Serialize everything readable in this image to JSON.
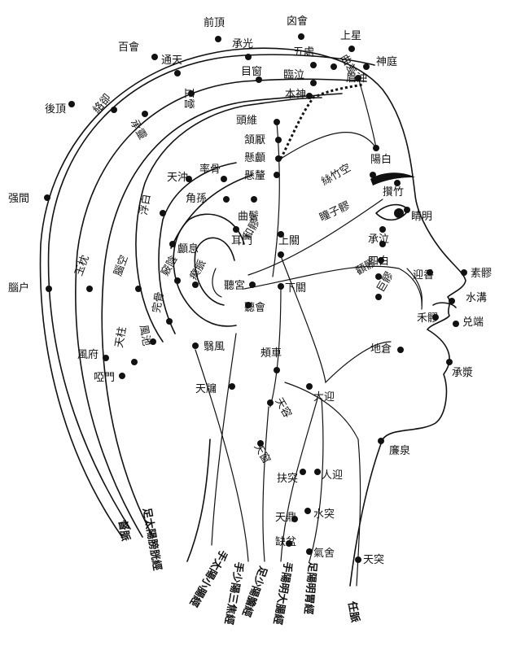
{
  "points": {
    "baihui": "百會",
    "qianding": "前頂",
    "xinhui": "囟會",
    "shangxing": "上星",
    "shenting": "神庭",
    "chengguang": "承光",
    "wuchu": "五處",
    "qucha": "曲差",
    "meichong": "眉沖",
    "tongtian": "通天",
    "muchuang": "目窗",
    "linqi": "臨泣",
    "zhengying": "正營",
    "benshen": "本神",
    "houding": "後頂",
    "luoque": "絡卻",
    "chengling": "承靈",
    "touwei": "頭維",
    "hanyan": "頷厭",
    "xuanlu": "懸顱",
    "xuanli": "懸釐",
    "yangbai": "陽白",
    "sizhukong": "絲竹空",
    "cuanzhu": "攢竹",
    "jingming": "睛明",
    "tianchong": "天沖",
    "shuaigu": "率骨",
    "jiaosun": "角孫",
    "fubai": "浮白",
    "qubin": "曲鬢",
    "heliao": "和髎",
    "tongziliao": "瞳子髎",
    "qiangjian": "强間",
    "luxi": "顱息",
    "ermen": "耳門",
    "shangguan": "上關",
    "chengqi": "承泣",
    "sibai": "四白",
    "yingxiang": "迎香",
    "suliao": "素髎",
    "naohu": "腦户",
    "yuzhen": "玉枕",
    "naokong": "腦空",
    "qiaoyin": "竅陰",
    "chimai": "瘈脈",
    "tinggong": "聽宮",
    "xiaguan": "下關",
    "quanliao": "顴髎",
    "juliao": "巨髎",
    "shuigou": "水溝",
    "heliao2": "禾髎",
    "duiduan": "兑端",
    "wangu": "完骨",
    "tinghui": "聽會",
    "fengchi": "風池",
    "yifeng": "翳風",
    "dicang": "地倉",
    "fengfu": "風府",
    "tianzhu": "天柱",
    "jiache": "頰車",
    "chengjiang": "承漿",
    "yamen": "啞門",
    "tianyou": "天牖",
    "daying": "大迎",
    "tianrong": "天容",
    "lianquan": "廉泉",
    "tianchuang": "天窗",
    "futu": "扶突",
    "renying": "人迎",
    "tianding": "天鼎",
    "shuitu": "水突",
    "quepen": "缺盆",
    "qishe": "氣舍",
    "tiantu": "天突"
  },
  "meridians": {
    "dumai": "督脈",
    "taiyang_bladder": "足太陽膀胱經",
    "taiyang_small": "手太陽小腸經",
    "shaoyang_sanjiao": "手少陽三焦經",
    "shaoyang_gall": "足少陽膽經",
    "yangming_large": "手陽明大腸經",
    "yangming_stomach": "足陽明胃經",
    "renmai": "任脈"
  }
}
